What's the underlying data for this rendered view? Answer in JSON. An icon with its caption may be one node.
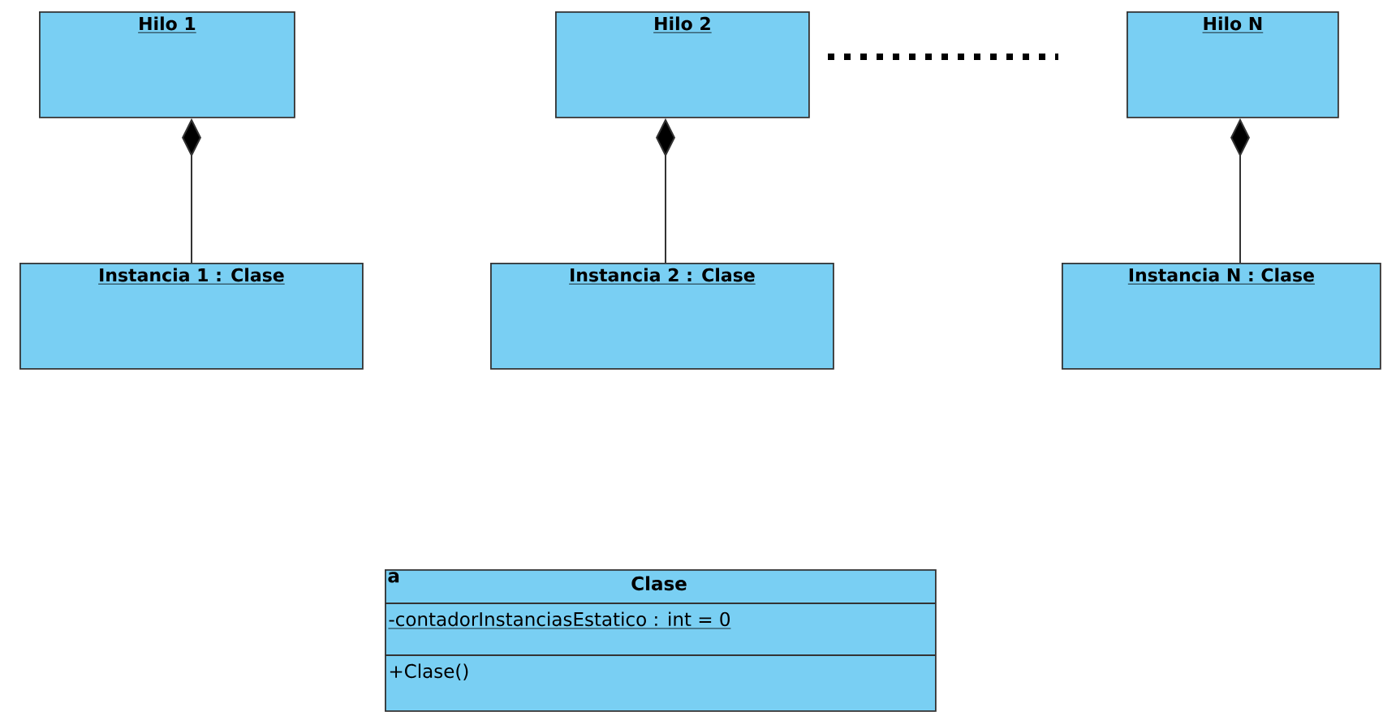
{
  "diagram": {
    "nodes": [
      {
        "text": [
          "Hilo 1"
        ]
      },
      {
        "text": [
          "Instancia 1 : Clase"
        ]
      },
      {
        "text": [
          "Hilo 2"
        ]
      },
      {
        "text": [
          "Instancia 2 : Clase"
        ]
      },
      {
        "text": [
          "Hilo N"
        ]
      },
      {
        "text": [
          "Instancia N : Clase"
        ]
      },
      {
        "text": [
          "a",
          "Clase",
          "-contadorInstanciasEstatico : int = 0",
          "+Clase()"
        ]
      }
    ],
    "edges": [
      {
        "from": 1,
        "to": 0,
        "arrow": "other"
      },
      {
        "from": 3,
        "to": 2,
        "arrow": "other"
      },
      {
        "from": 5,
        "to": 4,
        "arrow": "other"
      }
    ]
  }
}
